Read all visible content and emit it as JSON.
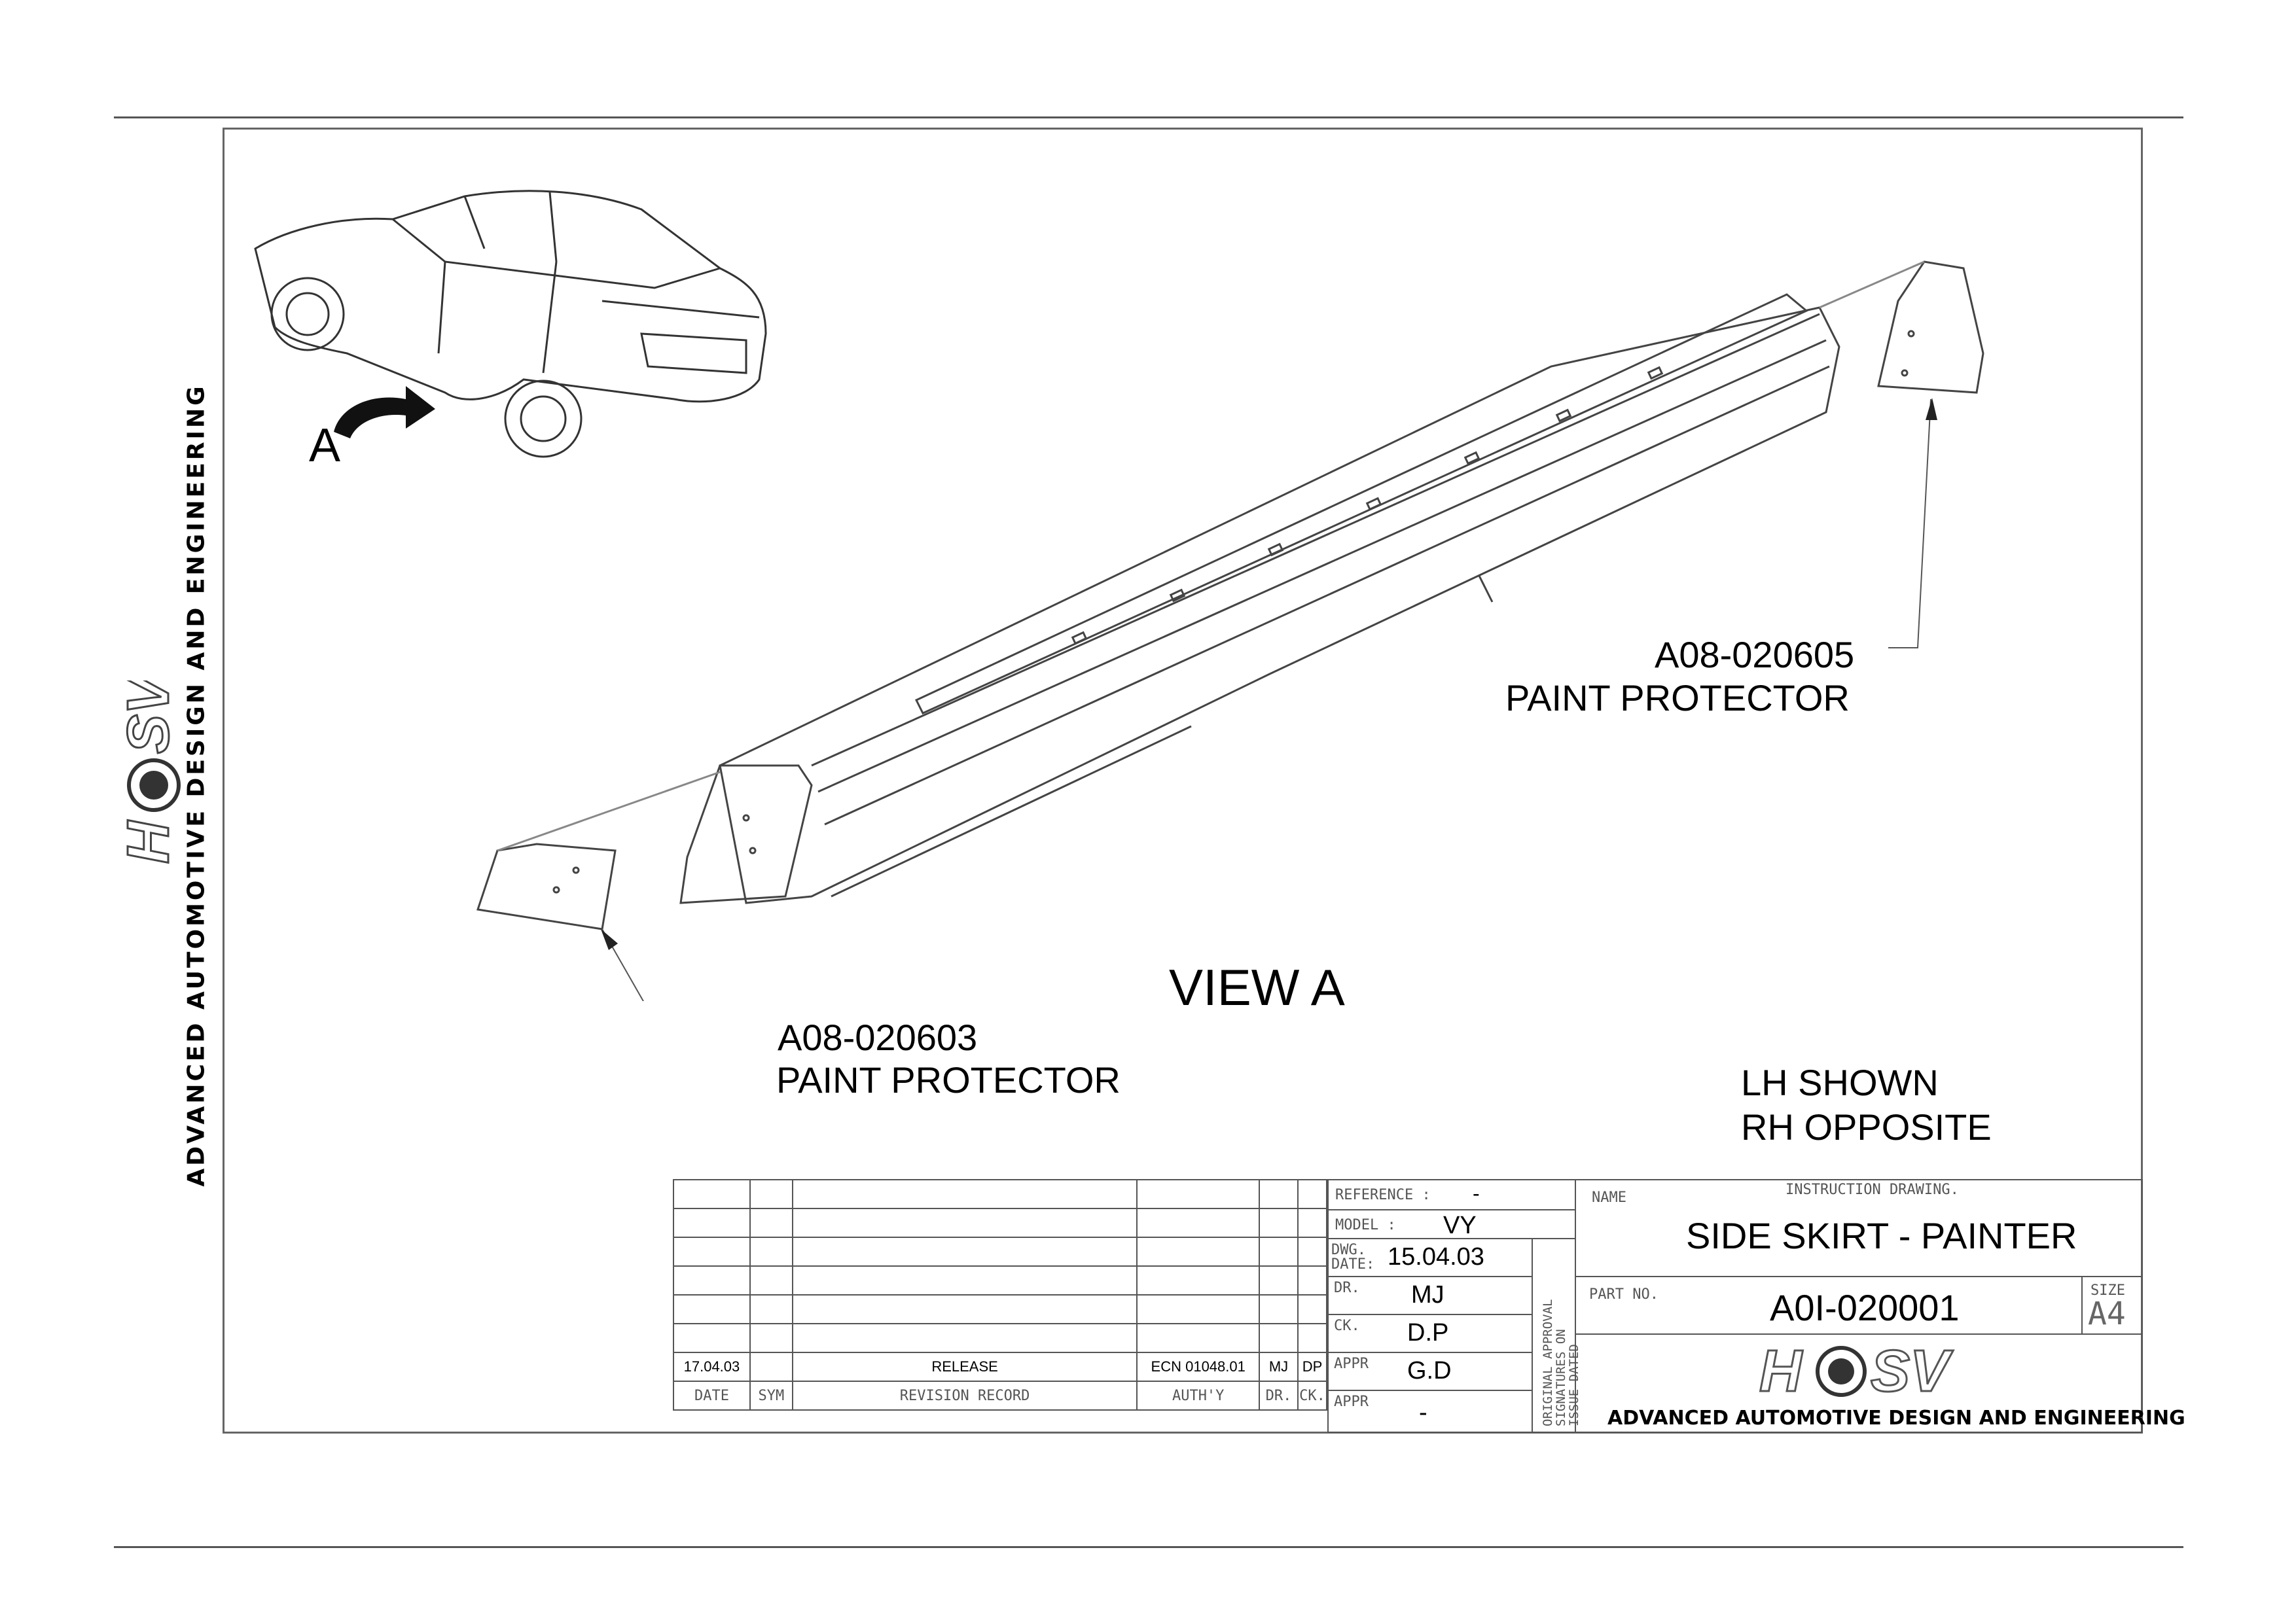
{
  "brand": {
    "side_text": "ADVANCED AUTOMOTIVE DESIGN AND ENGINEERING",
    "logo_text": "HSV"
  },
  "drawing": {
    "view_arrow_label": "A",
    "view_title": "VIEW A",
    "callout_right": {
      "part_no": "A08-020605",
      "desc": "PAINT PROTECTOR"
    },
    "callout_left": {
      "part_no": "A08-020603",
      "desc": "PAINT PROTECTOR"
    },
    "note_line1": "LH SHOWN",
    "note_line2": "RH OPPOSITE"
  },
  "revision": {
    "row": {
      "date": "17.04.03",
      "sym": "",
      "record": "RELEASE",
      "auth": "ECN 01048.01",
      "dr": "MJ",
      "ck": "DP"
    },
    "headers": {
      "date": "DATE",
      "sym": "SYM",
      "record": "REVISION RECORD",
      "auth": "AUTH'Y",
      "dr": "DR.",
      "ck": "CK."
    }
  },
  "approvals": {
    "reference_label": "REFERENCE :",
    "reference_value": "-",
    "model_label": "MODEL :",
    "model_value": "VY",
    "dwg_date_label_1": "DWG.",
    "dwg_date_label_2": "DATE:",
    "dwg_date_value": "15.04.03",
    "dr_label": "DR.",
    "dr_value": "MJ",
    "ck_label": "CK.",
    "ck_value": "D.P",
    "appr1_label": "APPR",
    "appr1_value": "G.D",
    "appr2_label": "APPR",
    "appr2_value": "-",
    "vertical_note_1": "ORIGINAL APPROVAL",
    "vertical_note_2": "SIGNATURES ON",
    "vertical_note_3": "ISSUE DATED"
  },
  "title_block": {
    "name_label": "NAME",
    "type": "INSTRUCTION DRAWING.",
    "title": "SIDE SKIRT - PAINTER",
    "part_no_label": "PART NO.",
    "part_no": "A0I-020001",
    "size_label": "SIZE",
    "size": "A4",
    "company": "ADVANCED AUTOMOTIVE DESIGN AND ENGINEERING"
  }
}
